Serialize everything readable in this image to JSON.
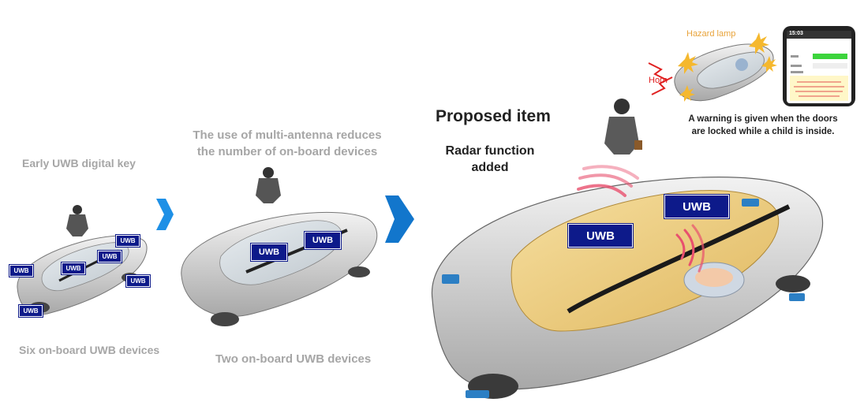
{
  "panel1": {
    "title": "Early UWB digital key",
    "caption": "Six on-board UWB devices"
  },
  "panel2": {
    "title": "The use of multi-antenna reduces the number of on-board devices",
    "title_line1": "The use of multi-antenna reduces",
    "title_line2": "the number of on-board devices",
    "caption": "Two on-board UWB devices"
  },
  "panel3": {
    "heading": "Proposed item",
    "subheading_line1": "Radar function",
    "subheading_line2": "added",
    "hazard_label": "Hazard lamp",
    "horn_label": "Horn",
    "warning_line1": "A warning is given when the doors",
    "warning_line2": "are locked while a child is inside."
  },
  "uwb_label": "UWB",
  "phone": {
    "time": "15:03"
  },
  "colors": {
    "uwb_tag": "#0d1a8a",
    "arrow": "#1e90e6",
    "arrow_large": "#1276cc",
    "radar_waves": "#e8506e",
    "grey_text": "#a6a6a6",
    "hazard_text": "#e8a33a",
    "horn_text": "#e02020"
  }
}
